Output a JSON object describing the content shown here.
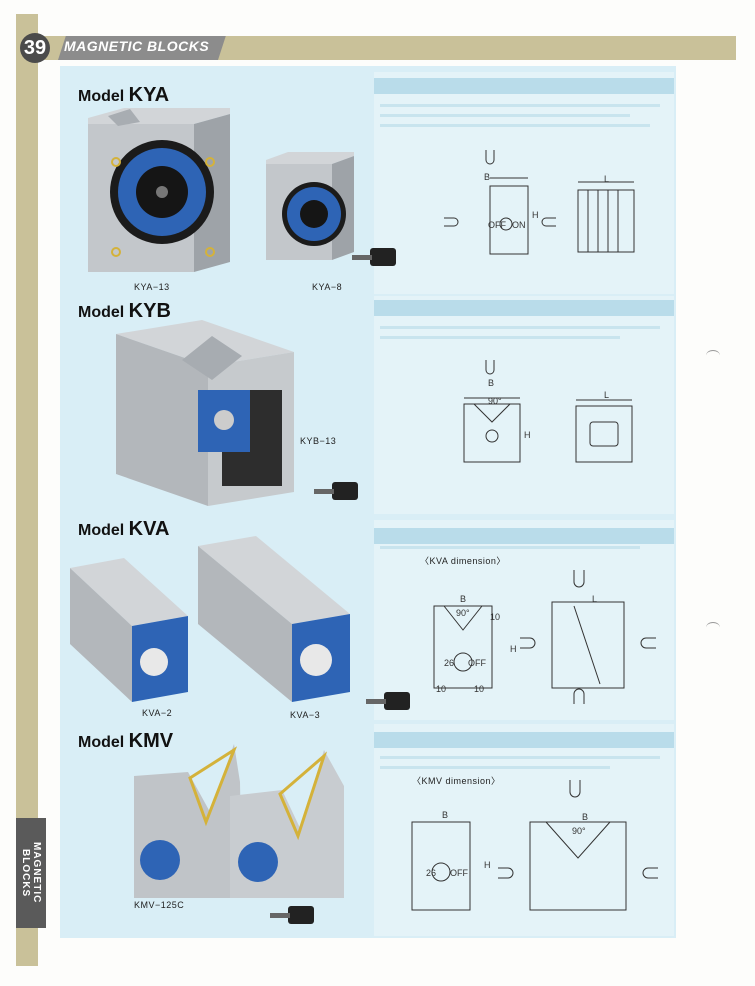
{
  "header": {
    "page_number": "39",
    "title": "MAGNETIC BLOCKS"
  },
  "side_tab": {
    "label": "MAGNETIC BLOCKS"
  },
  "sections": {
    "kya": {
      "prefix": "Model ",
      "code": "KYA",
      "captions": [
        "KYA−13",
        "KYA−8"
      ]
    },
    "kyb": {
      "prefix": "Model ",
      "code": "KYB",
      "captions": [
        "KYB−13"
      ]
    },
    "kva": {
      "prefix": "Model ",
      "code": "KVA",
      "captions": [
        "KVA−2",
        "KVA−3"
      ],
      "dimension_label": "〈KVA dimension〉"
    },
    "kmv": {
      "prefix": "Model ",
      "code": "KMV",
      "captions": [
        "KMV−125C"
      ],
      "dimension_label": "〈KMV dimension〉"
    }
  },
  "drawing_labels": {
    "off": "OFF",
    "on": "ON",
    "angle": "90°",
    "b": "B",
    "l": "L",
    "h": "H",
    "ten": "10",
    "twenty_six": "26"
  },
  "colors": {
    "header_band": "#c9c199",
    "title_band": "#8c8c8c",
    "content_bg": "#d9eef6",
    "steel": "#b8bcc0",
    "label_blue": "#2a5aa8"
  }
}
